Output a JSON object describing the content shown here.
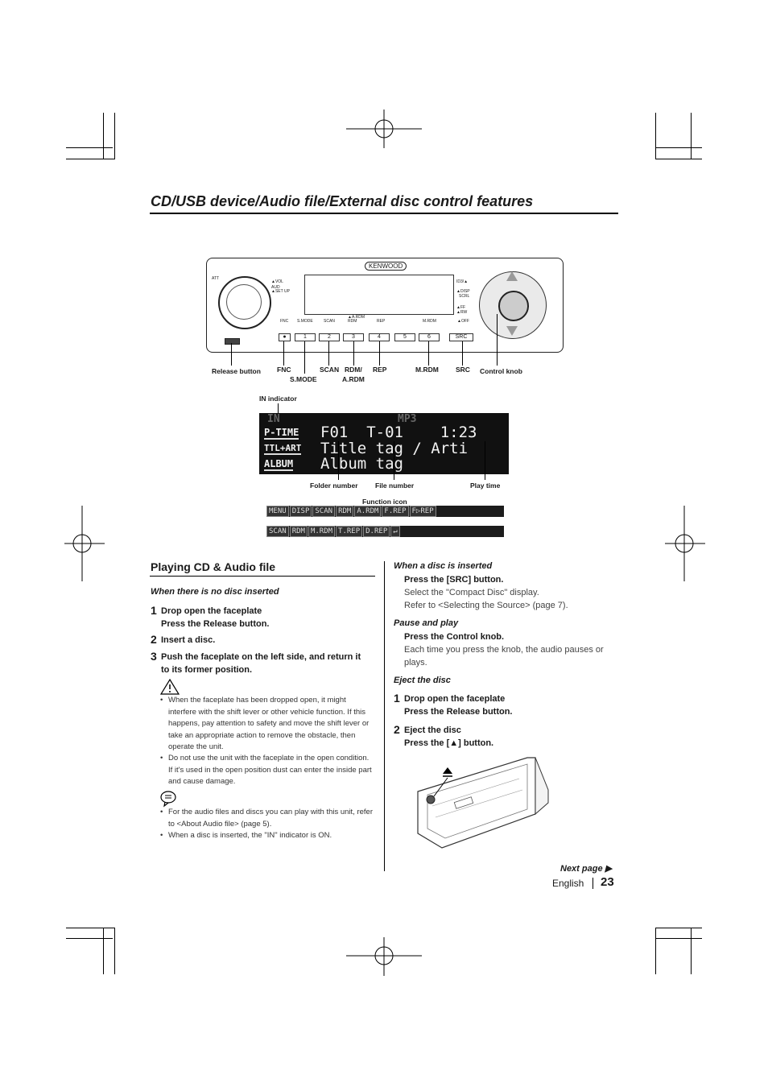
{
  "page": {
    "title": "CD/USB device/Audio file/External disc control features",
    "language": "English",
    "page_number": "23",
    "next_page": "Next page ▶"
  },
  "unit_diagram": {
    "brand": "KENWOOD",
    "panel_labels": [
      "ATT",
      "▲VOL",
      "AUD",
      "▲SET UP",
      "FNC",
      "S.MODE",
      "SCAN",
      "▲A.RDM RDM",
      "REP",
      "M.RDM",
      "▲OFF",
      "ID3/▲",
      "▲DISP",
      "SCRL",
      "▲FF",
      "▲RW"
    ],
    "buttons": [
      "1",
      "2",
      "3",
      "4",
      "5",
      "6",
      "SRC"
    ],
    "callouts": {
      "release": "Release button",
      "fnc": "FNC",
      "smode": "S.MODE",
      "scan": "SCAN",
      "rdm": "RDM/",
      "ardm": "A.RDM",
      "rep": "REP",
      "mrdm": "M.RDM",
      "src": "SRC",
      "knob": "Control knob"
    }
  },
  "display": {
    "in_indicator_label": "IN indicator",
    "row1_in": "IN",
    "row1_mp3": "MP3",
    "row2_label": "P-TIME",
    "row2_text": "F01  T-01    1:23",
    "row3_label": "TTL+ART",
    "row3_text": "Title tag / Arti",
    "row4_label": "ALBUM",
    "row4_text": "Album tag",
    "callouts": {
      "folder": "Folder number",
      "file": "File number",
      "time": "Play time",
      "function_icon": "Function icon"
    },
    "function_bar_1": [
      "MENU",
      "DISP",
      "SCAN",
      "RDM",
      "A.RDM",
      "F.REP",
      "F▷REP"
    ],
    "function_bar_2": [
      "SCAN",
      "RDM",
      "M.RDM",
      "T.REP",
      "D.REP",
      "↵"
    ]
  },
  "left": {
    "section_title": "Playing CD & Audio file",
    "subheading": "When there is no disc inserted",
    "steps": [
      {
        "num": "1",
        "line1": "Drop open the faceplate",
        "line2": "Press the Release button."
      },
      {
        "num": "2",
        "line1": "Insert a disc."
      },
      {
        "num": "3",
        "line1": "Push the faceplate on the left side, and return it",
        "line2": "to its former position."
      }
    ],
    "warnings": [
      "When the faceplate has been dropped open, it might interfere with the shift lever or other vehicle function. If this happens, pay attention to safety and move the shift lever or take an appropriate action to remove the obstacle, then operate the unit.",
      "Do not use the unit with the faceplate in the open condition. If it's used in the open position dust can enter the inside part and cause damage."
    ],
    "notes": [
      "For the audio files and discs you can play with this unit, refer to <About Audio file> (page 5).",
      "When a disc is inserted, the \"IN\" indicator is ON."
    ]
  },
  "right": {
    "inserted_heading": "When a disc is inserted",
    "inserted_step": "Press the [SRC] button.",
    "inserted_text1": "Select the \"Compact Disc\" display.",
    "inserted_text2": "Refer to <Selecting the Source> (page 7).",
    "pause_heading": "Pause and play",
    "pause_step": "Press the Control knob.",
    "pause_text": "Each time you press the knob, the audio pauses or plays.",
    "eject_heading": "Eject the disc",
    "eject_steps": [
      {
        "num": "1",
        "line1": "Drop open the faceplate",
        "line2": "Press the Release button."
      },
      {
        "num": "2",
        "line1": "Eject the disc",
        "line2": "Press the [▲] button."
      }
    ]
  }
}
